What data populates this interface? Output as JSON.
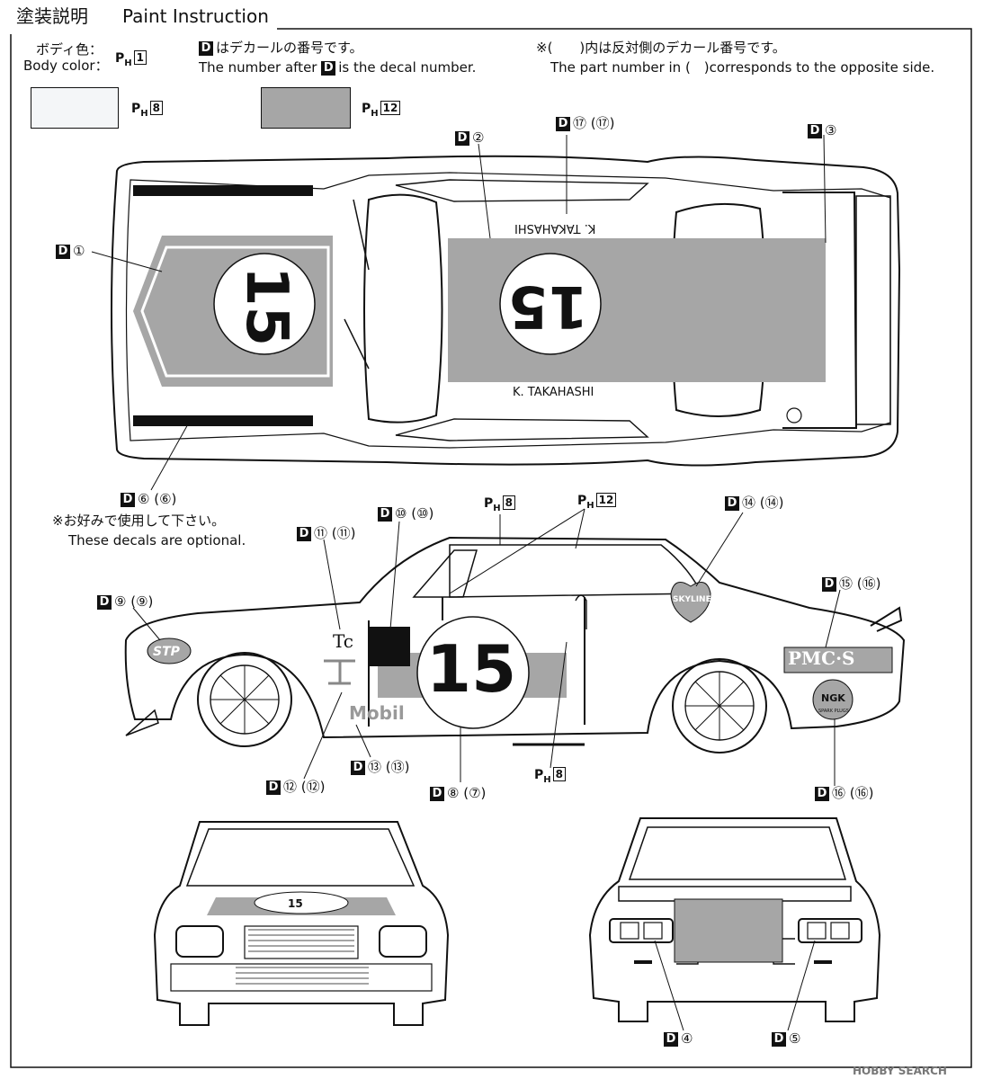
{
  "header": {
    "title_jp": "塗装説明",
    "title_en": "Paint Instruction"
  },
  "notes": {
    "body_color_jp": "ボディ色：",
    "body_color_en": "Body color：",
    "body_color_code": "1",
    "decal_note_jp": "はデカールの番号です。",
    "decal_note_en_a": "The number after",
    "decal_note_en_b": "is the decal number.",
    "opposite_jp": "※(　　)内は反対側のデカール番号です。",
    "opposite_en": "The part number in (　)corresponds to the opposite side.",
    "optional_jp": "※お好みで使用して下さい。",
    "optional_en": "These decals are optional."
  },
  "paint": {
    "prefix": "P",
    "sub": "H",
    "swatches": [
      {
        "code": "8",
        "color": "#f4f6f8"
      },
      {
        "code": "12",
        "color": "#a6a6a6"
      }
    ]
  },
  "decal_prefix": "D",
  "callouts": {
    "d1": "①",
    "d2": "②",
    "d3": "③",
    "d4": "④",
    "d5": "⑤",
    "d6": "⑥ (⑥)",
    "d8": "⑧ (⑦)",
    "d9": "⑨ (⑨)",
    "d10": "⑩ (⑩)",
    "d11": "⑪ (⑪)",
    "d12": "⑫ (⑫)",
    "d13": "⑬ (⑬)",
    "d14": "⑭ (⑭)",
    "d15": "⑮ (⑯)",
    "d16": "⑯ (⑯)",
    "d17": "⑰ (⑰)",
    "ph8_side_top": "8",
    "ph12_side": "12",
    "ph8_side_bottom": "8"
  },
  "car": {
    "race_number": "15",
    "driver_name": "K. TAKAHASHI",
    "sponsors": {
      "stp": "STP",
      "mobil": "Mobil",
      "pmcs": "PMC·S",
      "skyline": "SKYLINE",
      "ngk": "NGK",
      "ngk_sub": "SPARK PLUGS",
      "tc": "Tc"
    }
  },
  "watermark": "HOBBY SEARCH",
  "colors": {
    "gray": "#a6a6a6",
    "light": "#f4f6f8",
    "line": "#111111"
  }
}
